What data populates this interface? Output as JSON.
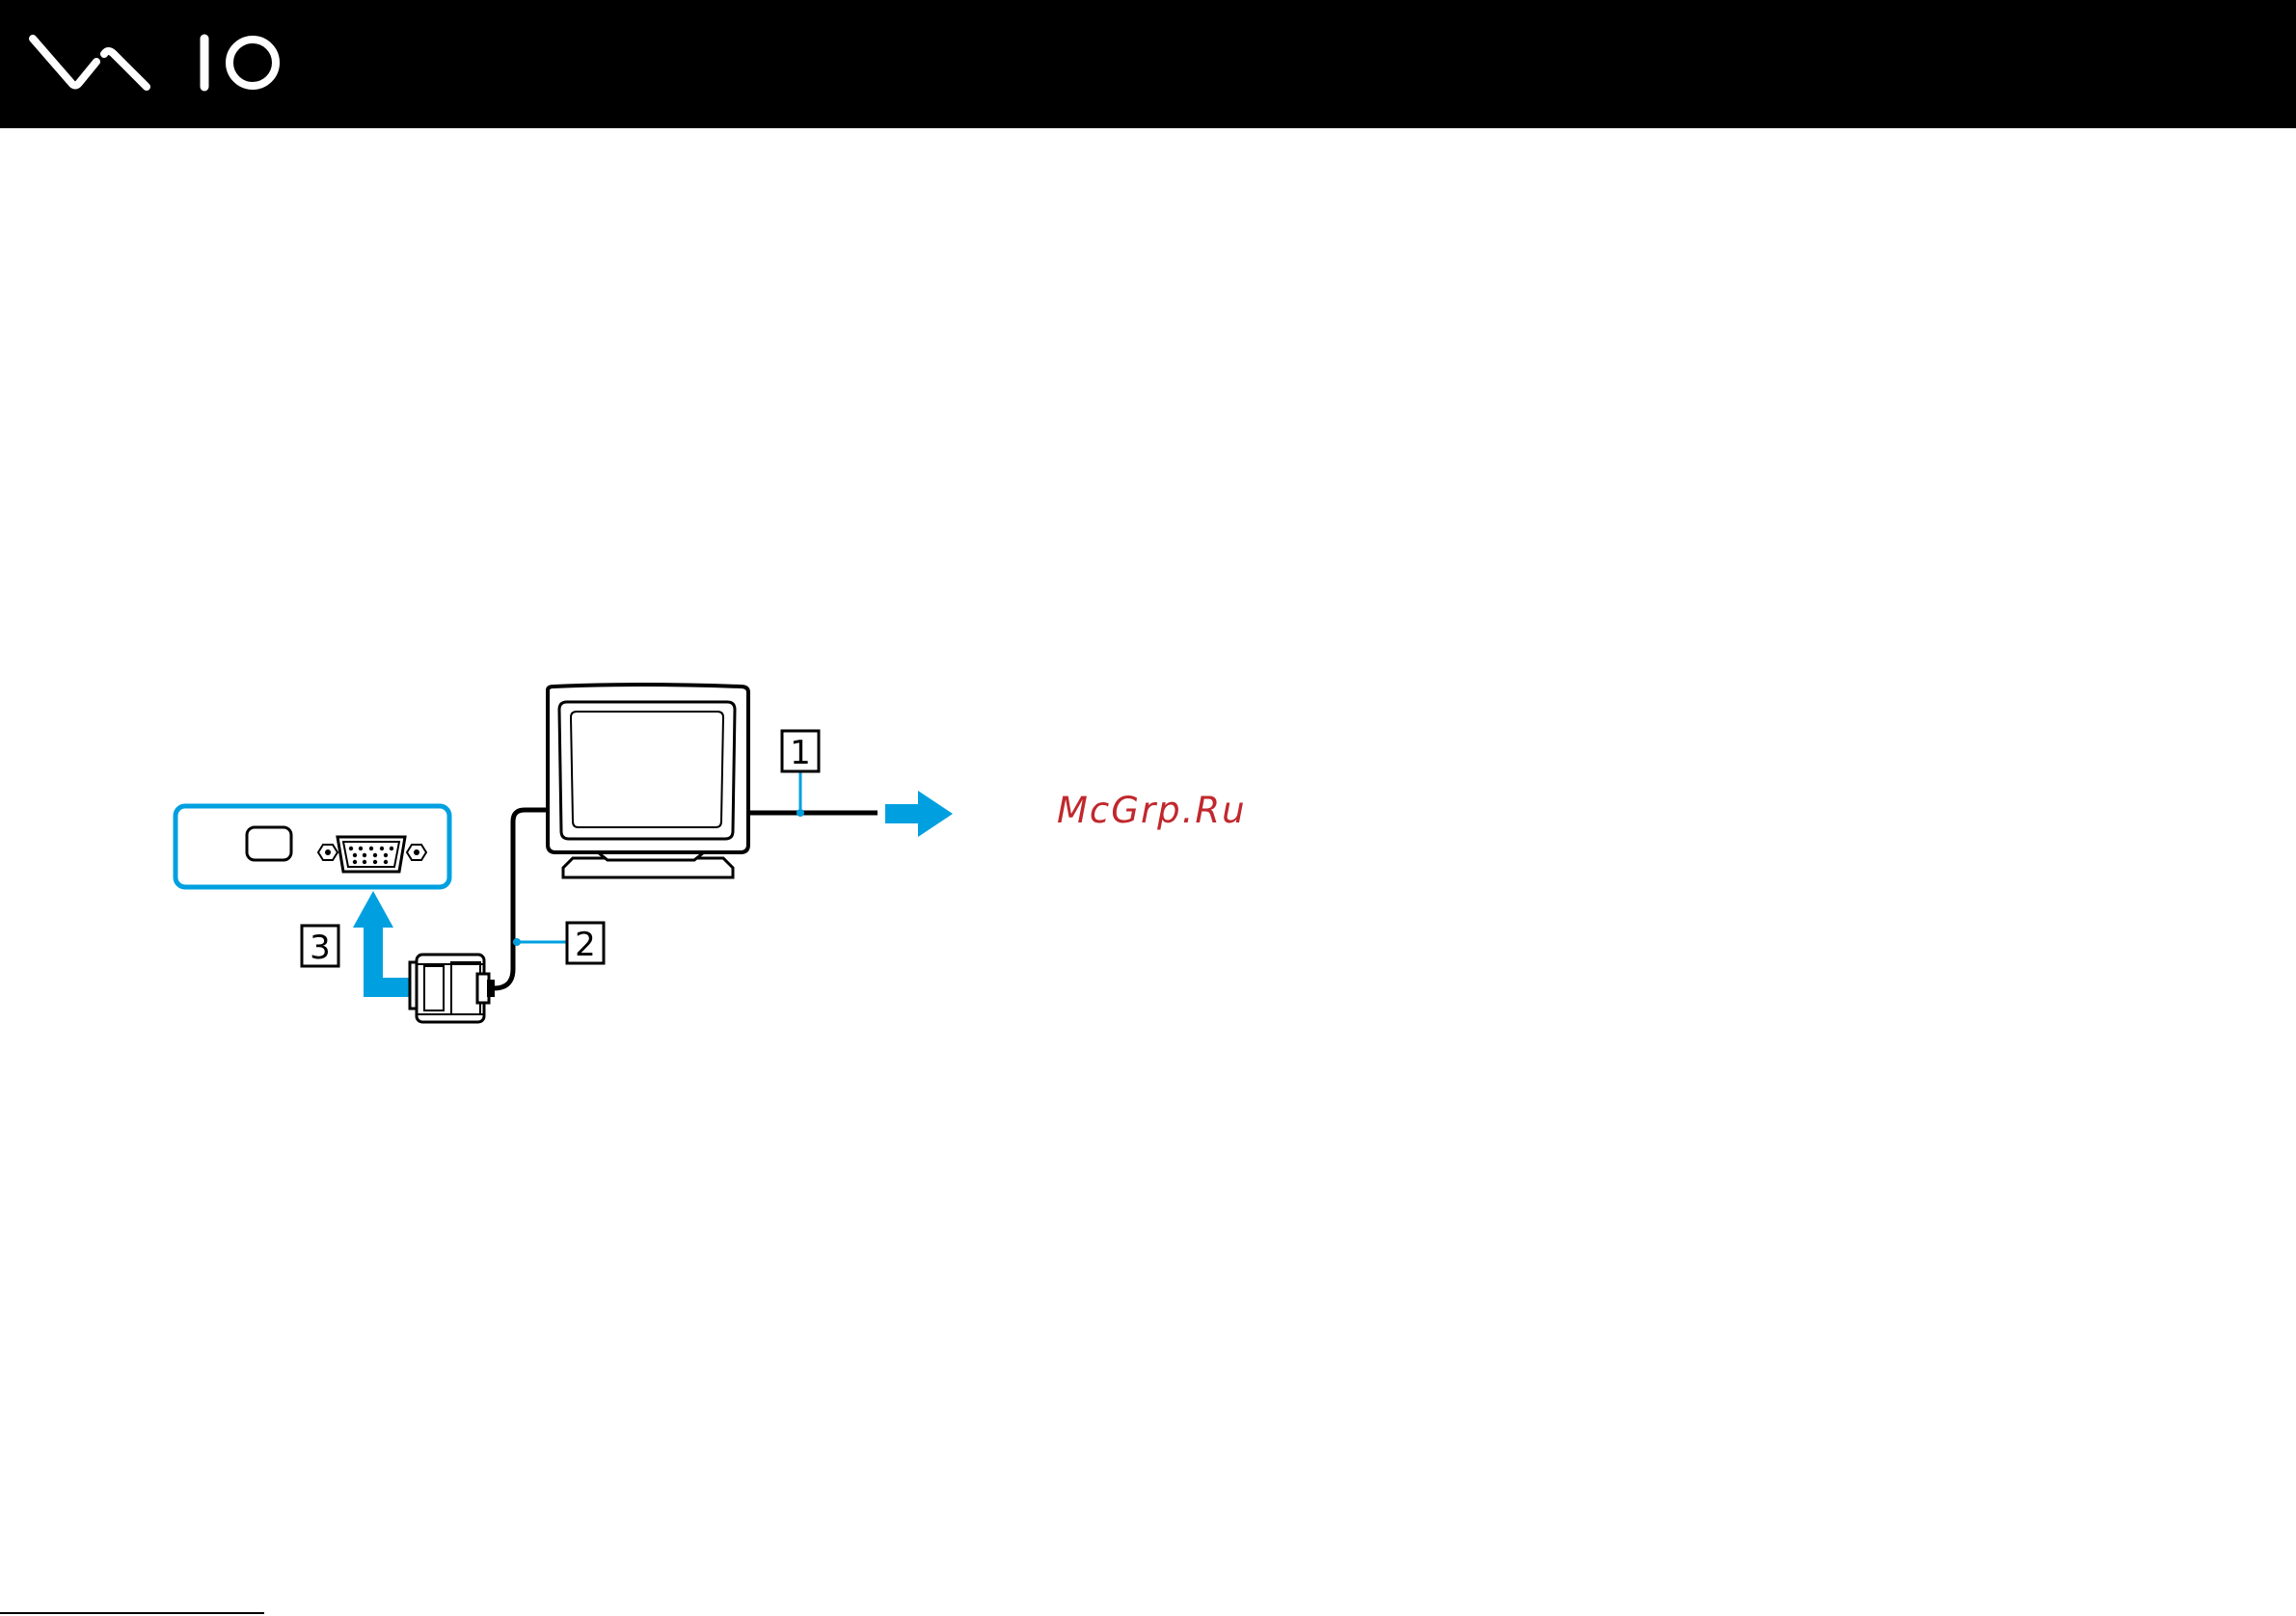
{
  "header": {
    "logo": "VAIO",
    "logo_icon": "vaio-logo-icon",
    "background_color": "#000000",
    "logo_color": "#ffffff"
  },
  "diagram": {
    "callouts": [
      {
        "number": "1"
      },
      {
        "number": "2"
      },
      {
        "number": "3"
      }
    ],
    "accent_color": "#00a0e0",
    "line_color": "#000000",
    "icons": [
      "monitor-icon",
      "computer-port-panel-icon",
      "vga-connector-icon",
      "arrow-up-icon",
      "arrow-right-icon"
    ]
  },
  "watermark": {
    "text": "McGrp.Ru",
    "color": "#c0282d"
  }
}
